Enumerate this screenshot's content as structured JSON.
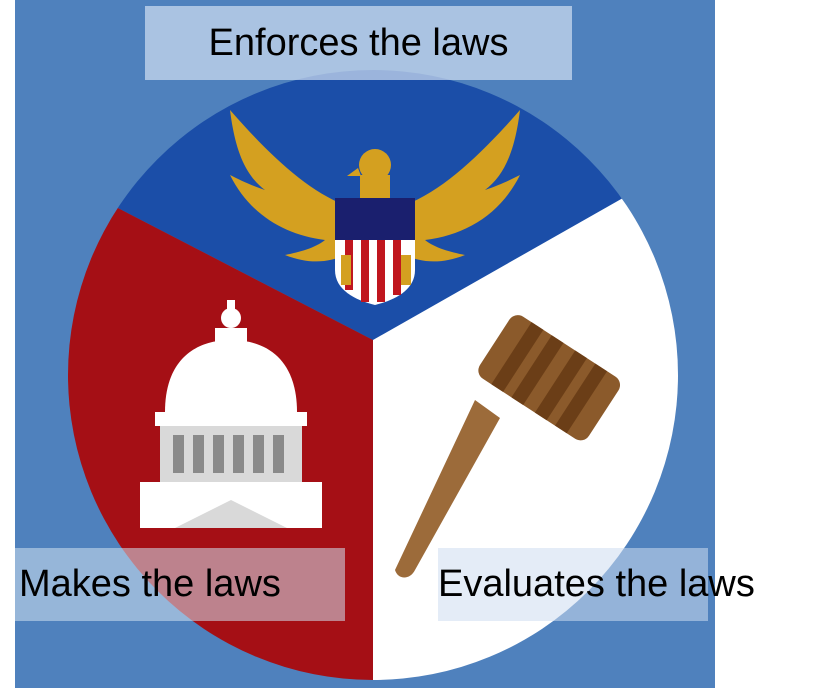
{
  "diagram": {
    "labels": {
      "executive": "Enforces the laws",
      "legislative": "Makes the laws",
      "judicial": "Evaluates the laws"
    },
    "colors": {
      "background": "#4f81bd",
      "executive_segment": "#1b4ea8",
      "legislative_segment": "#a50f15",
      "judicial_segment": "#ffffff",
      "eagle": "#d4a020",
      "gavel": "#8b5a2b"
    },
    "icons": {
      "executive": "eagle-shield-icon",
      "legislative": "capitol-dome-icon",
      "judicial": "gavel-icon"
    }
  }
}
